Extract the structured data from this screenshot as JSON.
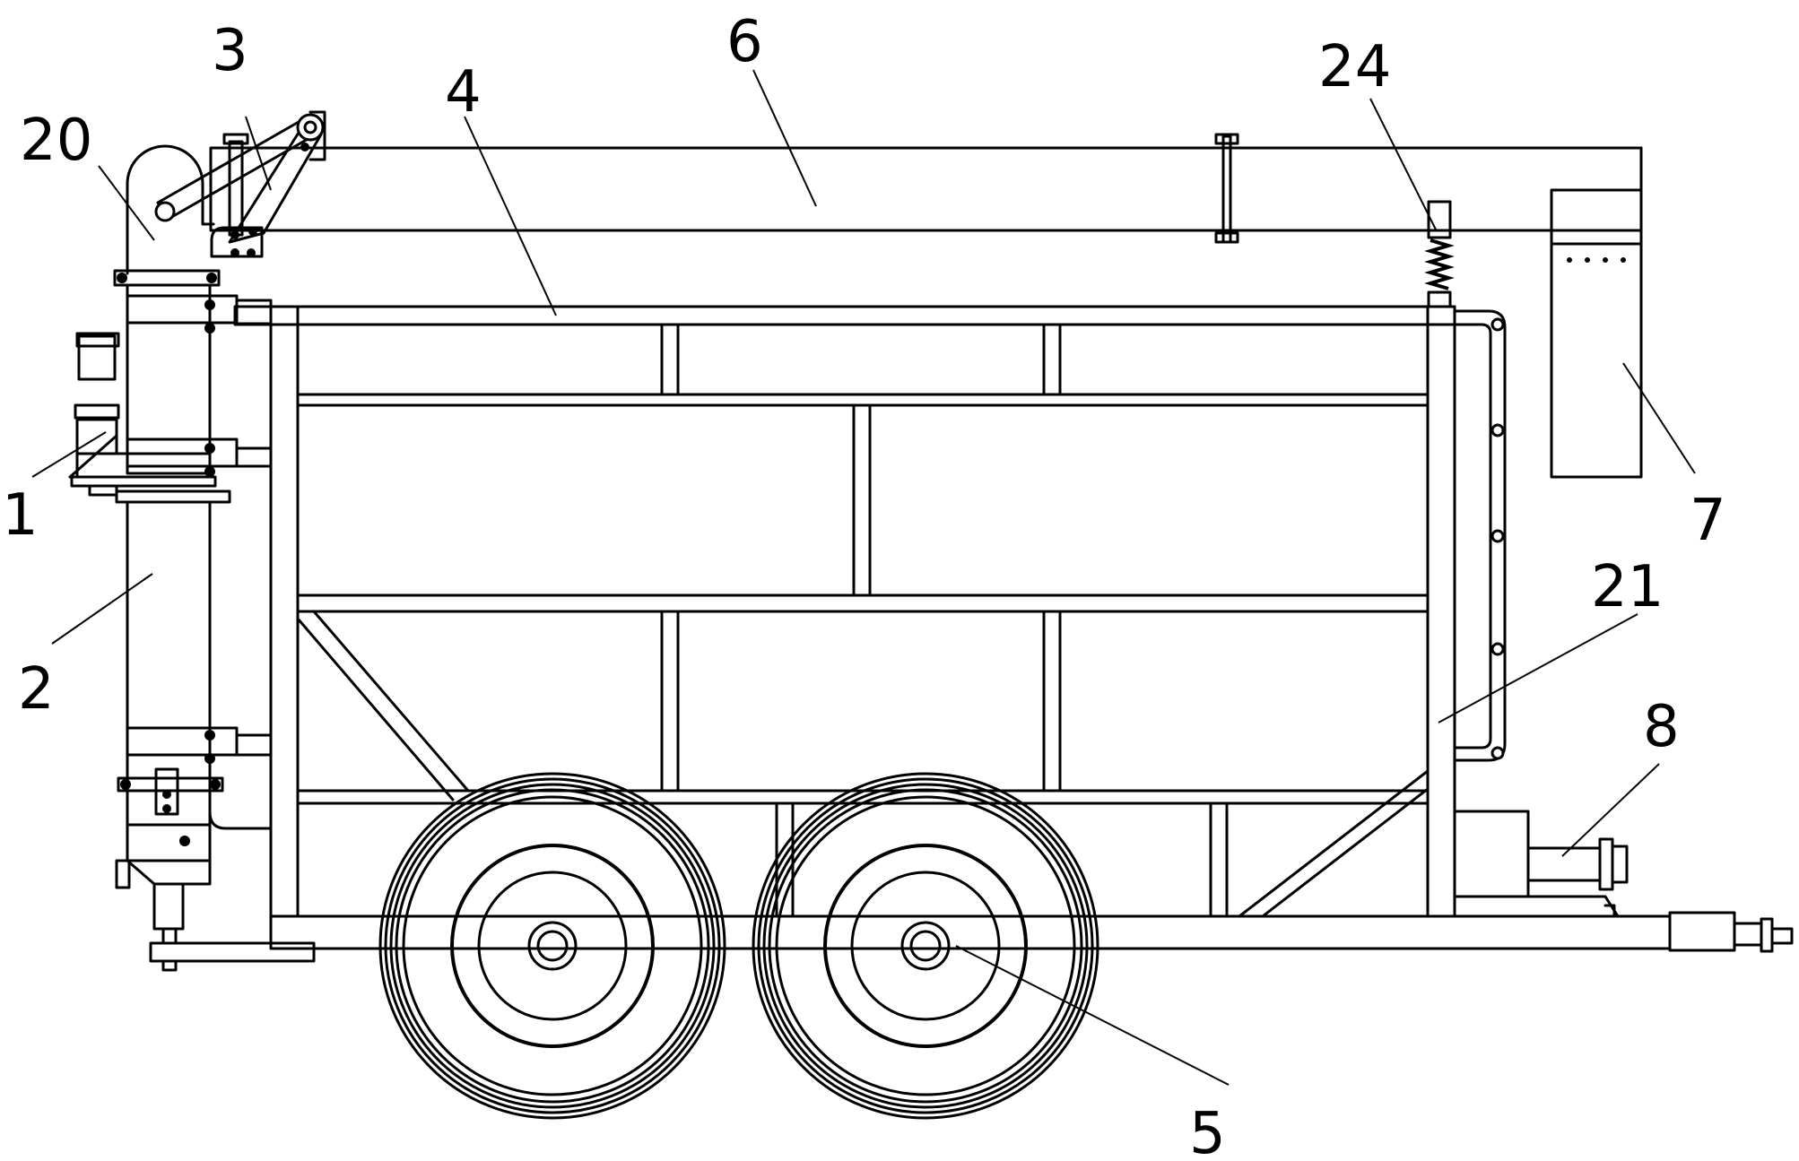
{
  "labels": {
    "l1": "1",
    "l2": "2",
    "l3": "3",
    "l4": "4",
    "l5": "5",
    "l6": "6",
    "l7": "7",
    "l8": "8",
    "l20": "20",
    "l21": "21",
    "l24": "24"
  },
  "colors": {
    "line": "#000000",
    "background": "#ffffff"
  }
}
